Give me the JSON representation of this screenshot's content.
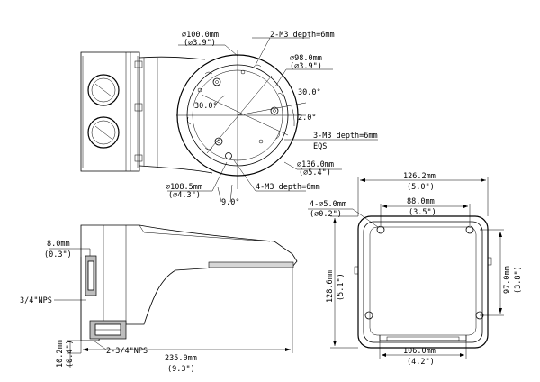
{
  "top_view": {
    "outer_diameter_mm": "∅100.0mm",
    "outer_diameter_in": "(∅3.9\")",
    "top_holes": "2-M3 depth=6mm",
    "inner_diameter_mm": "∅98.0mm",
    "inner_diameter_in": "(∅3.9\")",
    "angle_a": "30.0°",
    "angle_b": "30.0°",
    "angle_c": "2.0°",
    "side_holes": "3-M3 depth=6mm",
    "eqs": "EQS",
    "base_diameter_mm": "∅136.0mm",
    "base_diameter_in": "(∅5.4\")",
    "mount_diameter_mm": "∅108.5mm",
    "mount_diameter_in": "(∅4.3\")",
    "angle_d": "9.0°",
    "bottom_holes": "4-M3 depth=6mm"
  },
  "side_view": {
    "wall_mm": "8.0mm",
    "wall_in": "(0.3\")",
    "port_top": "3/4\"NPS",
    "port_bottom": "2-3/4\"NPS",
    "gap_mm": "10.2mm",
    "gap_in": "(0.4\")",
    "length_mm": "235.0mm",
    "length_in": "(9.3\")"
  },
  "back_view": {
    "width_mm": "126.2mm",
    "width_in": "(5.0\")",
    "hole_dia_mm": "4-∅5.0mm",
    "hole_dia_in": "(∅0.2\")",
    "hole_span_mm": "88.0mm",
    "hole_span_in": "(3.5\")",
    "height_mm": "128.6mm",
    "height_in": "(5.1\")",
    "hole_vspan_mm": "97.0mm",
    "hole_vspan_in": "(3.8\")",
    "base_width_mm": "106.0mm",
    "base_width_in": "(4.2\")"
  }
}
